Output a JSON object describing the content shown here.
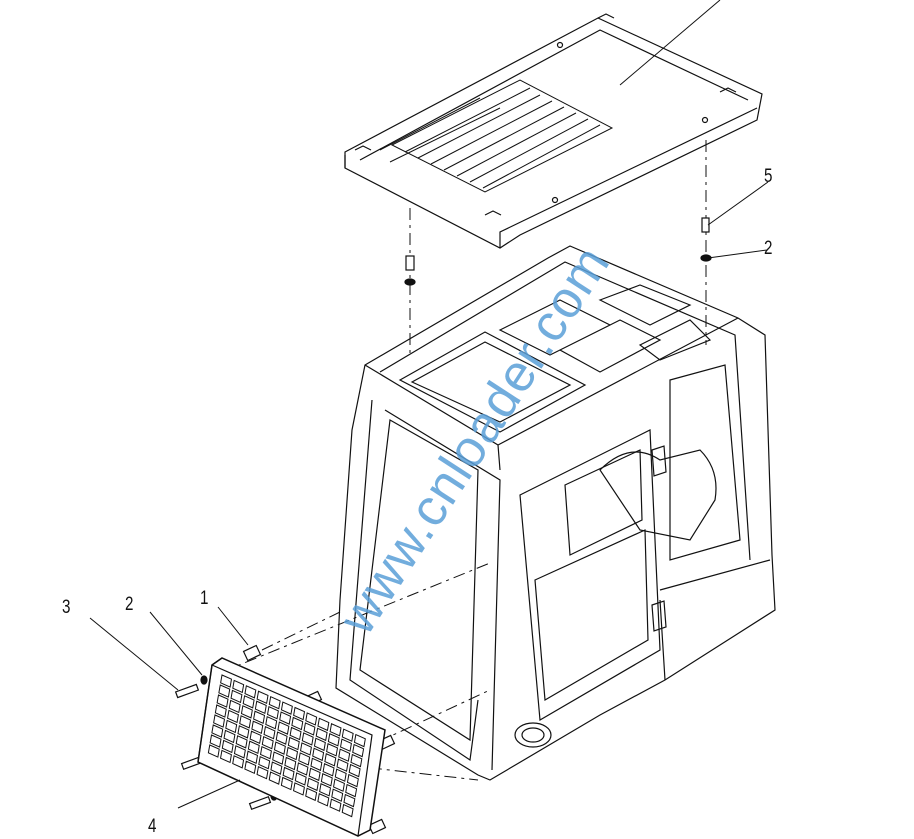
{
  "diagram": {
    "callouts": [
      {
        "id": "label-5",
        "text": "5"
      },
      {
        "id": "label-2-right",
        "text": "2"
      },
      {
        "id": "label-3",
        "text": "3"
      },
      {
        "id": "label-2-left",
        "text": "2"
      },
      {
        "id": "label-1",
        "text": "1"
      },
      {
        "id": "label-4",
        "text": "4"
      }
    ],
    "watermark": "www.cnloader.com",
    "guard_grid": {
      "rows": 8,
      "cols": 12
    }
  }
}
